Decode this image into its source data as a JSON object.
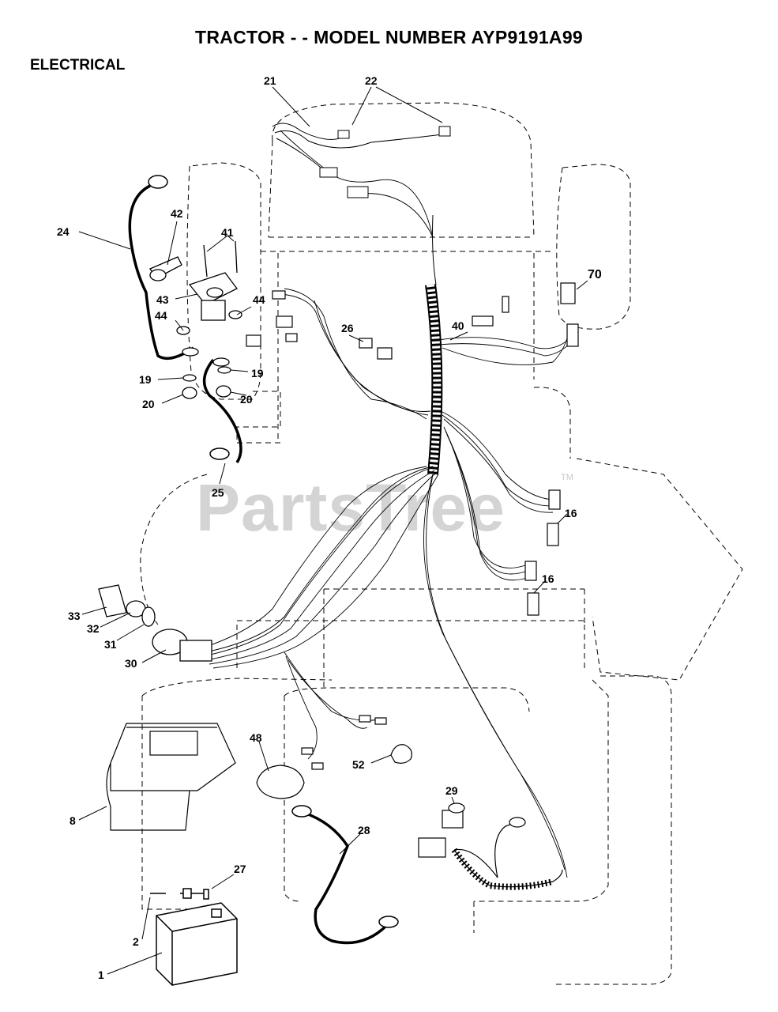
{
  "title": "TRACTOR - - MODEL NUMBER AYP9191A99",
  "subtitle": "ELECTRICAL",
  "watermark": "PartsTree",
  "watermark_tm": "TM",
  "callouts": [
    "21",
    "22",
    "24",
    "42",
    "41",
    "43",
    "44",
    "44",
    "19",
    "19",
    "20",
    "20",
    "25",
    "26",
    "40",
    "70",
    "16",
    "16",
    "33",
    "32",
    "31",
    "30",
    "48",
    "52",
    "8",
    "29",
    "28",
    "27",
    "2",
    "1"
  ]
}
